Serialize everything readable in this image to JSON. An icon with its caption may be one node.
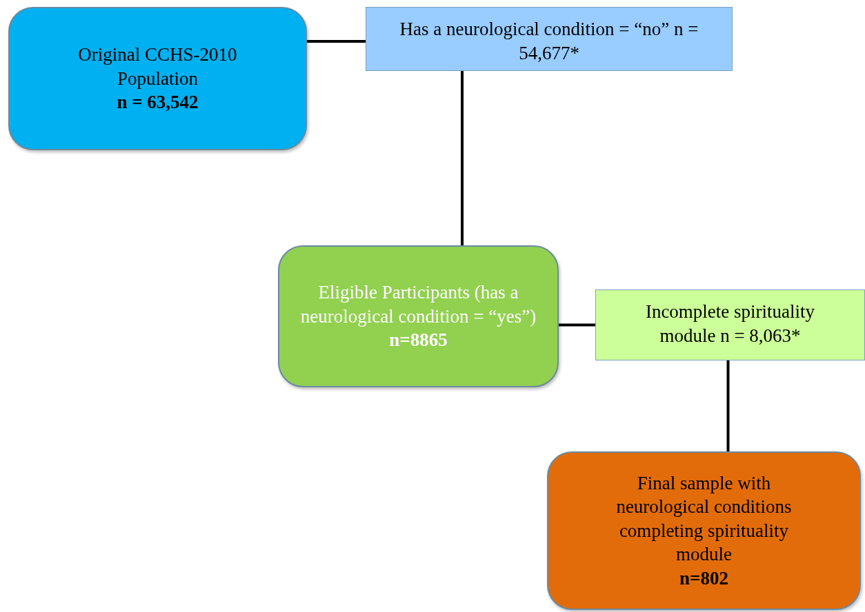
{
  "diagram": {
    "nodes": [
      {
        "text": [
          "Original CCHS-2010 Population",
          "n = 63,542"
        ]
      },
      {
        "text": [
          "Has a neurological condition = “no” n = 54,677*"
        ]
      },
      {
        "text": [
          "Eligible Participants (has a neurological condition = “yes”) **n=8865**"
        ]
      },
      {
        "text": [
          "Incomplete spirituality module n = 8,063*"
        ]
      },
      {
        "text": [
          "Final sample with neurological conditions completing spirituality module",
          "n=802"
        ]
      }
    ],
    "edges": [
      {
        "from": 0,
        "to": 1,
        "arrow": "none"
      },
      {
        "from": 1,
        "to": 2,
        "arrow": "none"
      },
      {
        "from": 2,
        "to": 3,
        "arrow": "none"
      },
      {
        "from": 3,
        "to": 4,
        "arrow": "none"
      }
    ]
  }
}
